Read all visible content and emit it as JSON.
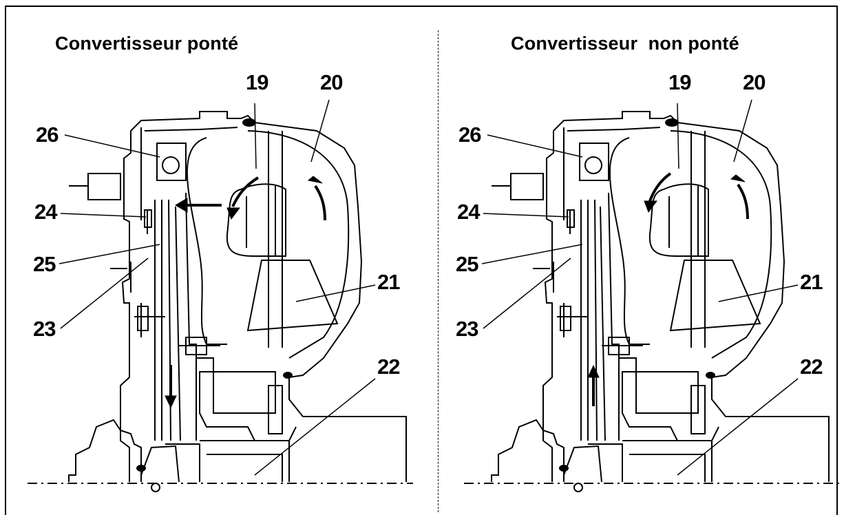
{
  "diagram": {
    "panels": [
      {
        "title": "Convertisseur ponté",
        "labels": {
          "l19": "19",
          "l20": "20",
          "l26": "26",
          "l24": "24",
          "l25": "25",
          "l23": "23",
          "l21": "21",
          "l22": "22"
        }
      },
      {
        "title": "Convertisseur  non ponté",
        "labels": {
          "l19": "19",
          "l20": "20",
          "l26": "26",
          "l24": "24",
          "l25": "25",
          "l23": "23",
          "l21": "21",
          "l22": "22"
        }
      }
    ],
    "colors": {
      "ink": "#000000",
      "paper": "#ffffff"
    }
  }
}
